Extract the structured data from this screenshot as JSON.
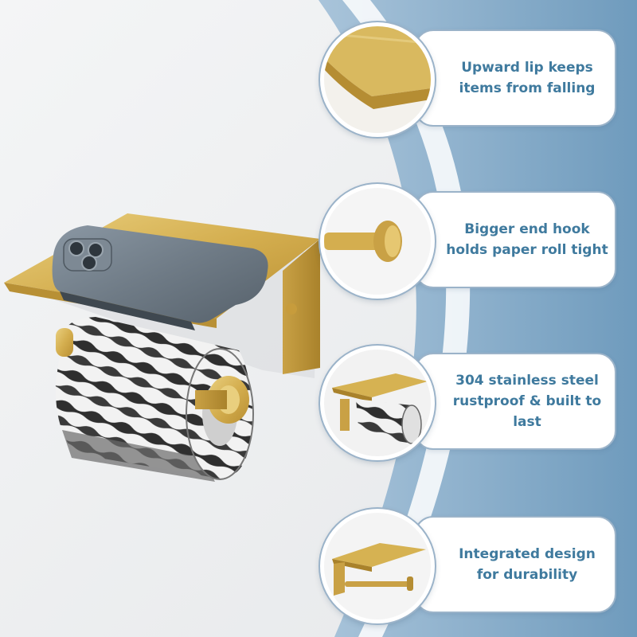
{
  "features": [
    {
      "text": "Upward lip keeps\nitems from falling",
      "icon": "upward-lip-closeup"
    },
    {
      "text": "Bigger end hook\nholds paper roll tight",
      "icon": "end-hook-closeup"
    },
    {
      "text": "304 stainless steel\nrustproof & built to last",
      "icon": "holder-with-roll"
    },
    {
      "text": "Integrated design\nfor durability",
      "icon": "holder-integrated"
    }
  ],
  "colors": {
    "gold": "#d6b252",
    "text_blue": "#3f7a9e",
    "wall": "#eef0f2",
    "band_blue": "#7aa3c3"
  }
}
